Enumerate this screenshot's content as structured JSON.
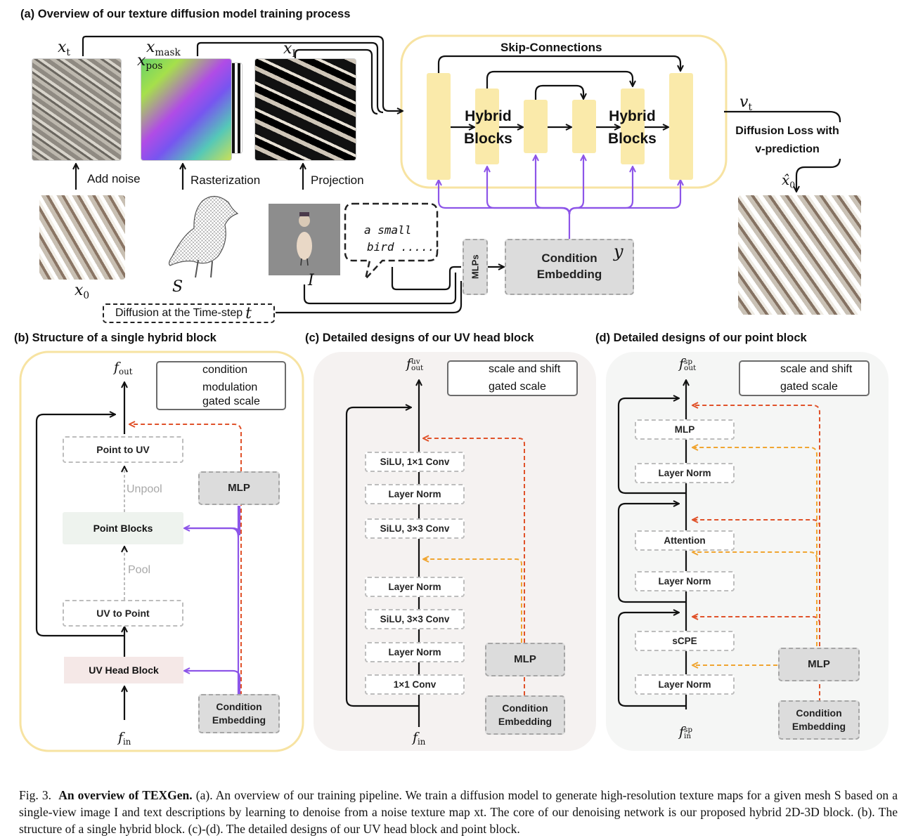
{
  "panel_a": {
    "title": "(a) Overview of our texture diffusion model training process",
    "inputs": {
      "x_t": "x",
      "x_t_sub": "t",
      "x_mask": "x",
      "x_mask_sub": "mask",
      "x_pos": "x",
      "x_pos_sub": "pos",
      "x_I": "x",
      "x_I_sub": "I",
      "x_0": "x",
      "x_0_sub": "0",
      "S": "S",
      "I": "I",
      "y": "y",
      "v_t": "v",
      "v_t_sub": "t",
      "x0_hat": "x̂",
      "x0_hat_sub": "0",
      "t": "t"
    },
    "add_noise": "Add noise",
    "rasterization": "Rasterization",
    "projection": "Projection",
    "skip_connections": "Skip-Connections",
    "hybrid_blocks_1": "Hybrid",
    "hybrid_blocks_2": "Blocks",
    "diffusion_loss_1": "Diffusion Loss with",
    "diffusion_loss_2": "v-prediction",
    "text_bubble_1": "a small",
    "text_bubble_2": "bird ......",
    "mlps": "MLPs",
    "condition_embedding_1": "Condition",
    "condition_embedding_2": "Embedding",
    "timestep": "Diffusion at the Time-step"
  },
  "panel_b": {
    "title": "(b) Structure of a single hybrid block",
    "f_out": "f",
    "f_out_sub": "out",
    "f_in": "f",
    "f_in_sub": "in",
    "legend": [
      "condition",
      "modulation",
      "gated scale"
    ],
    "point_to_uv": "Point to UV",
    "unpool": "Unpool",
    "point_blocks": "Point Blocks",
    "pool": "Pool",
    "uv_to_point": "UV to Point",
    "uv_head_block": "UV Head Block",
    "mlp": "MLP",
    "cond_1": "Condition",
    "cond_2": "Embedding"
  },
  "panel_c": {
    "title": "(c) Detailed designs of our UV head block",
    "f_out": "f",
    "f_out_sub": "out",
    "f_out_sup": "uv",
    "f_in": "f",
    "f_in_sub": "in",
    "legend": [
      "scale and shift",
      "gated scale"
    ],
    "layers": [
      "SiLU, 1×1 Conv",
      "Layer Norm",
      "SiLU, 3×3 Conv",
      "Layer Norm",
      "SiLU, 3×3 Conv",
      "Layer Norm",
      "1×1 Conv"
    ],
    "mlp": "MLP",
    "cond_1": "Condition",
    "cond_2": "Embedding"
  },
  "panel_d": {
    "title": "(d) Detailed designs of our point block",
    "f_out": "f",
    "f_out_sub": "out",
    "f_out_sup": "sp",
    "f_in": "f",
    "f_in_sub": "in",
    "f_in_sup": "sp",
    "legend": [
      "scale and shift",
      "gated scale"
    ],
    "layers": [
      "MLP",
      "Layer Norm",
      "Attention",
      "Layer Norm",
      "sCPE",
      "Layer Norm"
    ],
    "mlp": "MLP",
    "cond_1": "Condition",
    "cond_2": "Embedding"
  },
  "caption": {
    "fig": "Fig. 3.",
    "bold": "An overview of TEXGen.",
    "text": "(a). An overview of our training pipeline. We train a diffusion model to generate high-resolution texture maps for a given mesh S based on a single-view image I and text descriptions by learning to denoise from a noise texture map xt. The core of our denoising network is our proposed hybrid 2D-3D block. (b). The structure of a single hybrid block. (c)-(d). The detailed designs of our UV head block and point block."
  },
  "colors": {
    "unet_block": "#faeaaa",
    "unet_frame": "#f7e3a2",
    "condition_arrow": "#8d55e8",
    "gated_scale": "#e0522a",
    "scale_shift": "#f0a531",
    "panel_c_bg": "#f5f2f1",
    "panel_d_bg": "#f5f6f5",
    "point_blocks_bg": "#eef3ee",
    "uv_head_bg": "#f5e8e7"
  }
}
